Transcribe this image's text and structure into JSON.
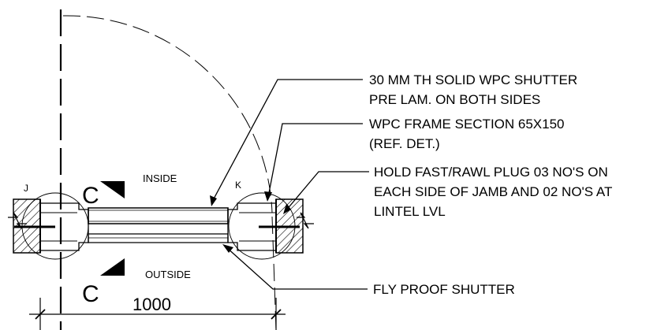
{
  "notes": {
    "shutter_line1": "30 MM TH SOLID WPC SHUTTER",
    "shutter_line2": "PRE LAM. ON BOTH SIDES",
    "frame_line1": "WPC FRAME SECTION 65X150",
    "frame_line2": "(REF. DET.)",
    "holdfast_line1": "HOLD FAST/RAWL PLUG 03 NO'S ON",
    "holdfast_line2": "EACH SIDE OF JAMB AND 02 NO'S AT",
    "holdfast_line3": "LINTEL LVL",
    "flyproof": "FLY PROOF SHUTTER"
  },
  "labels": {
    "inside": "INSIDE",
    "outside": "OUTSIDE",
    "section_top": "C",
    "section_bottom": "C",
    "detail_j": "J",
    "detail_k": "K",
    "dimension": "1000"
  },
  "colors": {
    "ink": "#000000",
    "background": "#ffffff"
  }
}
